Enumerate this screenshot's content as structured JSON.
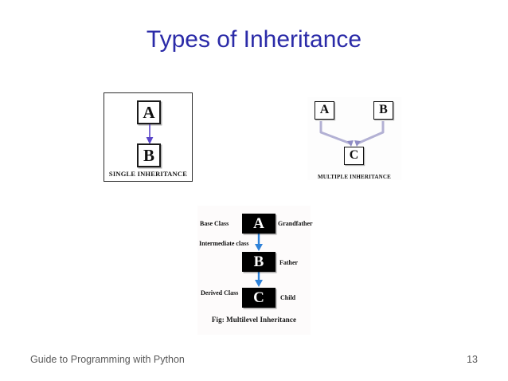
{
  "slide": {
    "title": "Types of Inheritance",
    "background_color": "#ffffff",
    "title_color": "#2b2ba8"
  },
  "figures": {
    "single": {
      "caption": "SINGLE INHERITANCE",
      "nodes": [
        {
          "label": "A"
        },
        {
          "label": "B"
        }
      ],
      "arrow_color": "#5b46c8"
    },
    "multiple": {
      "caption": "MULTIPLE INHERITANCE",
      "nodes": [
        {
          "label": "A"
        },
        {
          "label": "B"
        },
        {
          "label": "C"
        }
      ],
      "line_color": "#b3b1d4"
    },
    "multilevel": {
      "caption": "Fig: Multilevel Inheritance",
      "nodes": [
        {
          "label": "A",
          "left_label": "Base Class",
          "right_label": "Grandfather"
        },
        {
          "label": "B",
          "left_label": "Intermediate class",
          "right_label": "Father"
        },
        {
          "label": "C",
          "left_label": "Derived Class",
          "right_label": "Child"
        }
      ],
      "left_labels": {
        "base": "Base Class",
        "intermediate": "Intermediate class",
        "derived": "Derived Class"
      },
      "right_labels": {
        "grandfather": "Grandfather",
        "father": "Father",
        "child": "Child"
      },
      "arrow_color": "#2f82d8",
      "node_fill": "#000000",
      "node_text_color": "#ffffff"
    }
  },
  "footer": {
    "source": "Guide to Programming with Python",
    "page_number": "13"
  }
}
